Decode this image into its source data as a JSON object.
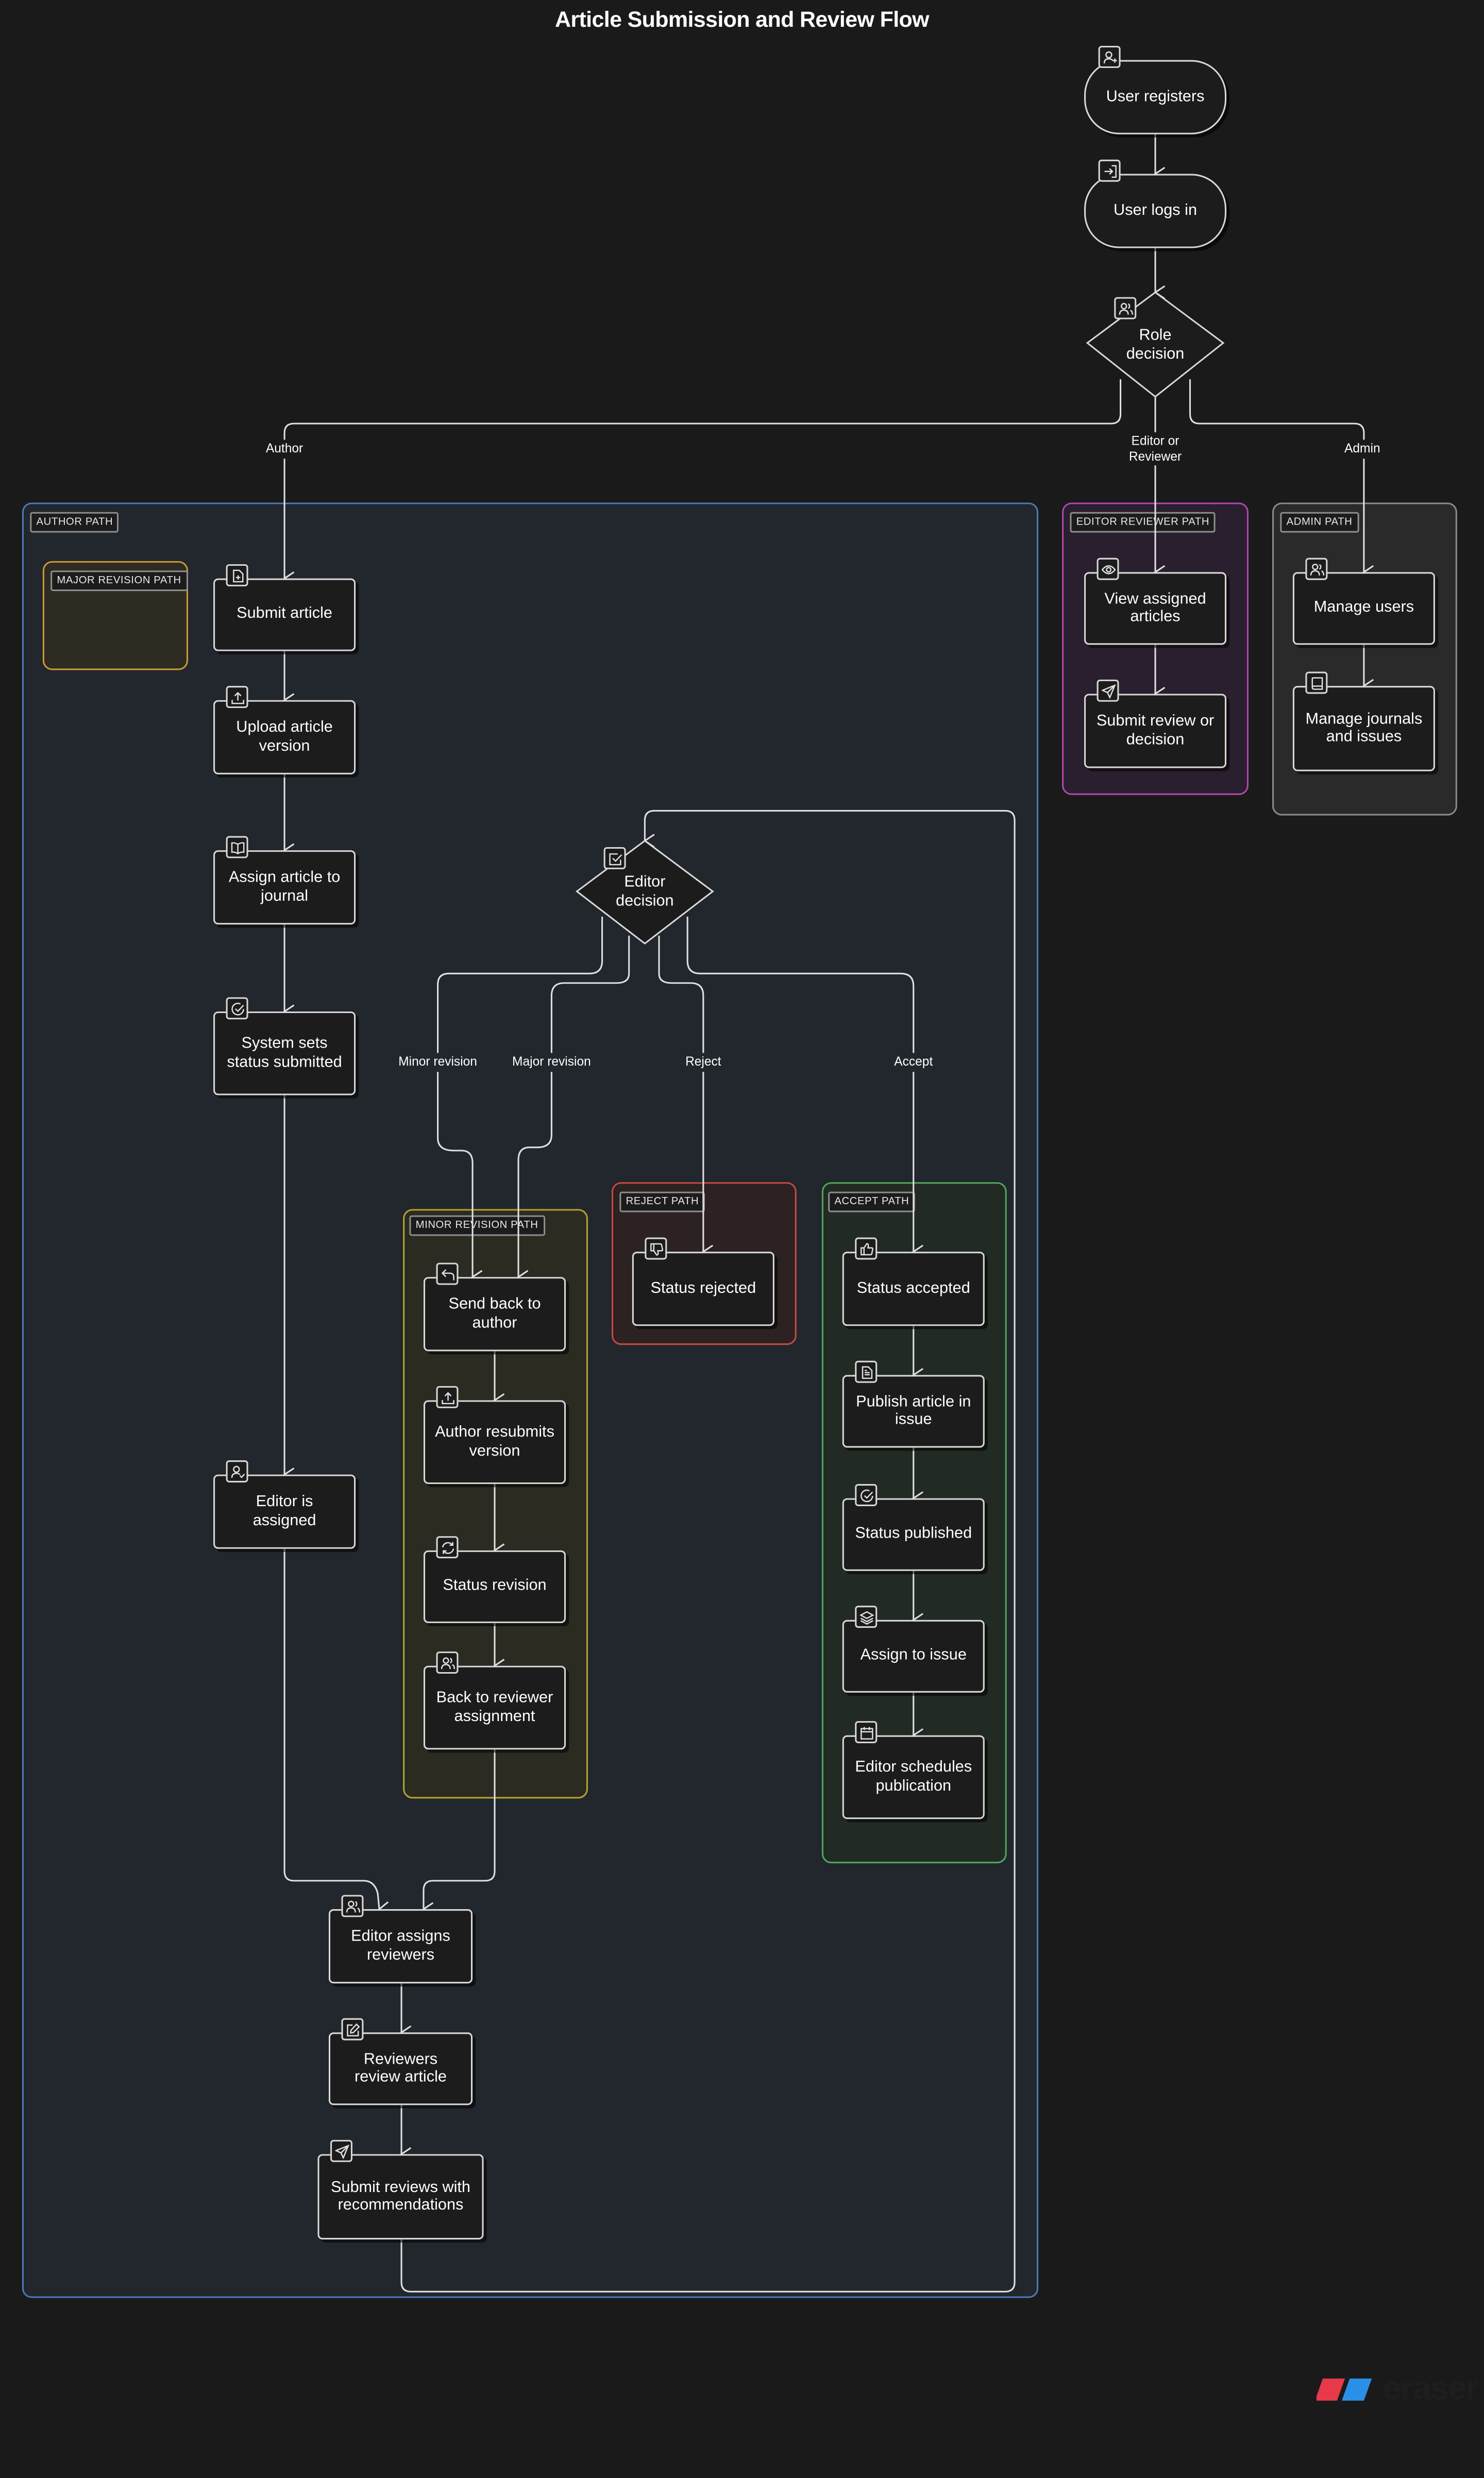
{
  "title": "Article Submission and Review Flow",
  "groups": {
    "author": "AUTHOR PATH",
    "major": "MAJOR REVISION PATH",
    "minor": "MINOR REVISION PATH",
    "reject": "REJECT PATH",
    "accept": "ACCEPT PATH",
    "editor": "EDITOR REVIEWER PATH",
    "admin": "ADMIN PATH"
  },
  "nodes": {
    "user_registers": "User registers",
    "user_logs_in": "User logs in",
    "role_decision": "Role decision",
    "submit_article": "Submit article",
    "upload_version": "Upload article version",
    "assign_journal": "Assign article to journal",
    "status_submitted": "System sets status submitted",
    "editor_assigned": "Editor is assigned",
    "editor_decision": "Editor decision",
    "send_back": "Send back to author",
    "author_resubmits": "Author resubmits version",
    "status_revision": "Status revision",
    "back_reviewer": "Back to reviewer assignment",
    "status_rejected": "Status rejected",
    "status_accepted": "Status accepted",
    "publish_issue": "Publish article in issue",
    "status_published": "Status published",
    "assign_issue": "Assign to issue",
    "editor_schedules": "Editor schedules publication",
    "editor_assigns_reviewers": "Editor assigns reviewers",
    "reviewers_review": "Reviewers review article",
    "submit_reviews": "Submit reviews with recommendations",
    "view_assigned": "View assigned articles",
    "submit_review_decision": "Submit review or decision",
    "manage_users": "Manage users",
    "manage_journals": "Manage journals and issues"
  },
  "edge_labels": {
    "author": "Author",
    "editor_reviewer": "Editor or Reviewer",
    "admin": "Admin",
    "minor": "Minor revision",
    "major": "Major revision",
    "reject": "Reject",
    "accept": "Accept"
  },
  "brand": "eraser",
  "colors": {
    "background": "#1a1a1a",
    "author_border": "#4f78b8",
    "editor_border": "#b247b0",
    "admin_border": "#8a8a8a",
    "major_border": "#c99a31",
    "minor_border": "#b4a32c",
    "reject_border": "#c64a42",
    "accept_border": "#4fa85a",
    "brand_red": "#e8394a",
    "brand_blue": "#2a8fe6"
  }
}
